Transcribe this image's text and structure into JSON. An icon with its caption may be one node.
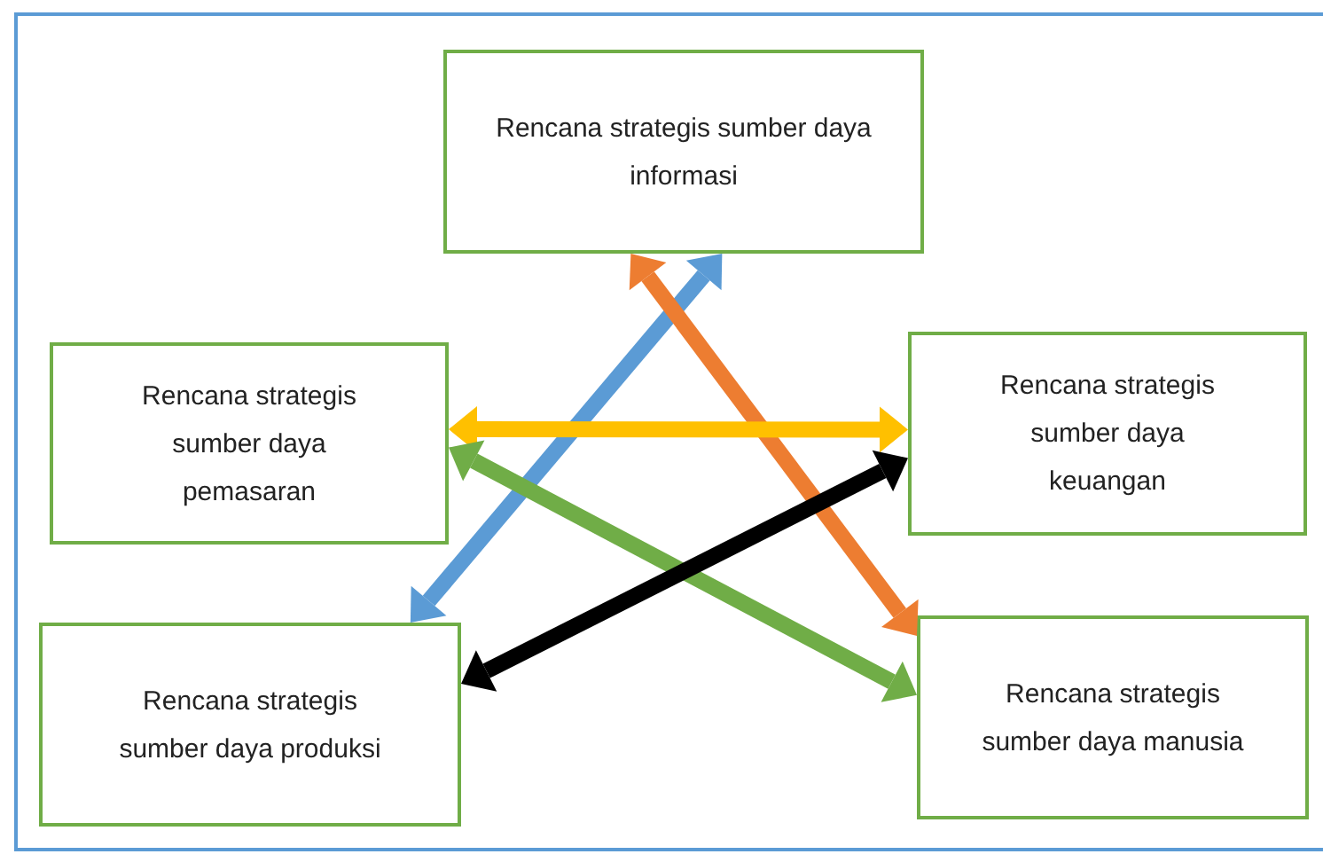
{
  "diagram": {
    "nodes": [
      {
        "text": [
          "Rencana strategis sumber daya informasi"
        ]
      },
      {
        "text": [
          "Rencana strategis sumber daya pemasaran"
        ]
      },
      {
        "text": [
          "Rencana strategis sumber daya keuangan"
        ]
      },
      {
        "text": [
          "Rencana strategis sumber daya produksi"
        ]
      },
      {
        "text": [
          "Rencana strategis sumber daya manusia"
        ]
      }
    ],
    "edges": [
      {
        "from": 0,
        "to": 3,
        "arrow": "both",
        "color": "#5b9bd5"
      },
      {
        "from": 0,
        "to": 4,
        "arrow": "both",
        "color": "#ed7d31"
      },
      {
        "from": 1,
        "to": 2,
        "arrow": "both",
        "color": "#ffc000"
      },
      {
        "from": 1,
        "to": 4,
        "arrow": "both",
        "color": "#70ad47"
      },
      {
        "from": 2,
        "to": 3,
        "arrow": "both",
        "color": "#000000"
      }
    ]
  }
}
